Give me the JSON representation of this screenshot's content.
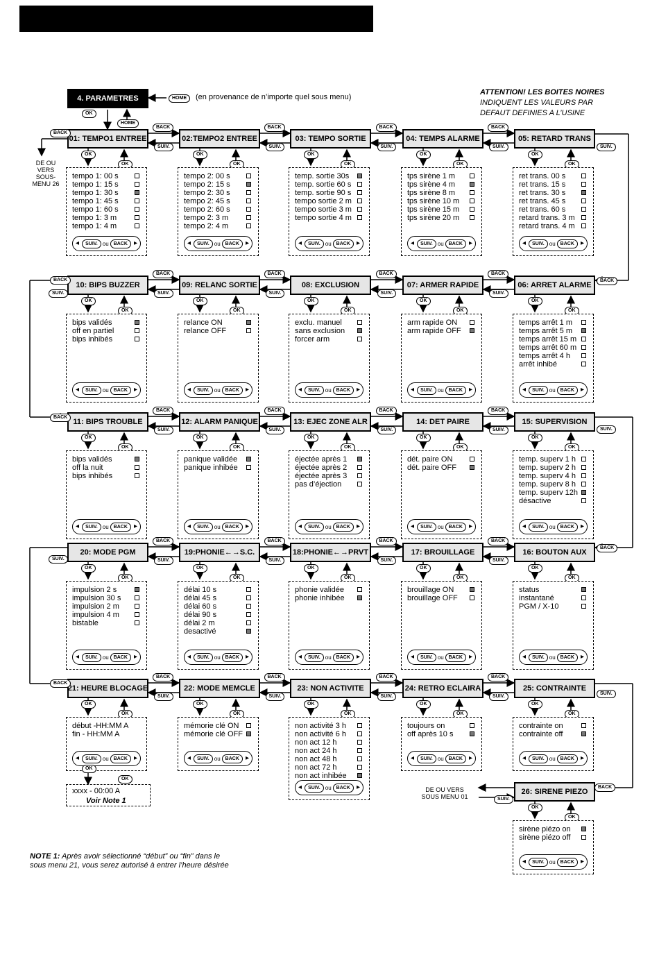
{
  "header": {
    "root_label": "4. PARAMETRES",
    "home_key": "HOME",
    "home_text": "(en provenance de n’importe quel sous menu)",
    "attention": [
      "ATTENTION! LES BOITES NOIRES",
      "INDIQUENT LES VALEURS PAR",
      "DEFAUT DEFINIES A L’USINE"
    ],
    "left_note": [
      "DE OU",
      "VERS",
      "SOUS-",
      "MENU 26"
    ],
    "bottom_note": [
      "DE OU VERS",
      "SOUS MENU 01"
    ]
  },
  "keys": {
    "ok": "OK",
    "back": "BACK",
    "suiv": "SUIV.",
    "home": "HOME",
    "ou": "ou"
  },
  "menus": [
    {
      "title": "01: TEMPO1 ENTREE",
      "options": [
        [
          "tempo 1: 00 s",
          false
        ],
        [
          "tempo 1: 15 s",
          false
        ],
        [
          "tempo 1: 30 s",
          true
        ],
        [
          "tempo 1: 45 s",
          false
        ],
        [
          "tempo 1: 60 s",
          false
        ],
        [
          "tempo 1: 3 m",
          false
        ],
        [
          "tempo 1: 4 m",
          false
        ]
      ]
    },
    {
      "title": "02:TEMPO2 ENTREE",
      "options": [
        [
          "tempo 2: 00 s",
          false
        ],
        [
          "tempo 2: 15 s",
          true
        ],
        [
          "tempo 2: 30 s",
          false
        ],
        [
          "tempo 2: 45 s",
          false
        ],
        [
          "tempo 2: 60 s",
          false
        ],
        [
          "tempo 2: 3 m",
          false
        ],
        [
          "tempo 2: 4 m",
          false
        ]
      ]
    },
    {
      "title": "03: TEMPO SORTIE",
      "options": [
        [
          "temp. sortie 30s",
          true
        ],
        [
          "temp. sortie 60 s",
          false
        ],
        [
          "temp. sortie 90 s",
          false
        ],
        [
          "tempo sortie 2 m",
          false
        ],
        [
          "tempo sortie 3 m",
          false
        ],
        [
          "tempo sortie 4 m",
          false
        ]
      ]
    },
    {
      "title": "04: TEMPS ALARME",
      "options": [
        [
          "tps sirène 1 m",
          false
        ],
        [
          "tps sirène 4 m",
          true
        ],
        [
          "tps sirène 8 m",
          false
        ],
        [
          "tps sirène 10 m",
          false
        ],
        [
          "tps sirène 15 m",
          false
        ],
        [
          "tps sirène 20 m",
          false
        ]
      ]
    },
    {
      "title": "05: RETARD TRANS",
      "options": [
        [
          "ret trans. 00 s",
          false
        ],
        [
          "ret trans. 15 s",
          false
        ],
        [
          "ret trans. 30 s",
          true
        ],
        [
          "ret trans. 45 s",
          false
        ],
        [
          "ret trans. 60 s",
          false
        ],
        [
          "retard trans. 3 m",
          false
        ],
        [
          "retard trans. 4 m",
          false
        ]
      ]
    },
    {
      "title": "10: BIPS BUZZER",
      "options": [
        [
          "bips validés",
          true
        ],
        [
          "off en partiel",
          false
        ],
        [
          "bips inhibés",
          false
        ]
      ]
    },
    {
      "title": "09: RELANC SORTIE",
      "options": [
        [
          "relance ON",
          true
        ],
        [
          "relance OFF",
          false
        ]
      ]
    },
    {
      "title": "08: EXCLUSION",
      "options": [
        [
          "exclu. manuel",
          false
        ],
        [
          "sans exclusion",
          true
        ],
        [
          "forcer arm",
          false
        ]
      ]
    },
    {
      "title": "07: ARMER RAPIDE",
      "options": [
        [
          "arm rapide ON",
          false
        ],
        [
          "arm rapide OFF",
          true
        ]
      ]
    },
    {
      "title": "06: ARRET ALARME",
      "options": [
        [
          "temps arrêt 1 m",
          false
        ],
        [
          "temps arrêt 5 m",
          true
        ],
        [
          "temps arrêt 15 m",
          false
        ],
        [
          "temps arrêt 60 m",
          false
        ],
        [
          "temps arrêt 4 h",
          false
        ],
        [
          "arrêt inhibé",
          false
        ]
      ]
    },
    {
      "title": "11: BIPS TROUBLE",
      "options": [
        [
          "bips validés",
          true
        ],
        [
          "off la nuit",
          false
        ],
        [
          "bips inhibés",
          false
        ]
      ]
    },
    {
      "title": "12: ALARM PANIQUE",
      "options": [
        [
          "panique validée",
          true
        ],
        [
          "panique inhibée",
          false
        ]
      ]
    },
    {
      "title": "13: EJEC ZONE ALR",
      "options": [
        [
          "éjectée après 1",
          true
        ],
        [
          "éjectée après 2",
          false
        ],
        [
          "éjectée après 3",
          false
        ],
        [
          "pas d’éjection",
          false
        ]
      ]
    },
    {
      "title": "14: DET PAIRE",
      "options": [
        [
          "dét. paire ON",
          false
        ],
        [
          "dét. paire OFF",
          true
        ]
      ]
    },
    {
      "title": "15: SUPERVISION",
      "options": [
        [
          "temp. superv 1 h",
          false
        ],
        [
          "temp. superv 2 h",
          false
        ],
        [
          "temp. superv 4 h",
          false
        ],
        [
          "temp. superv 8 h",
          false
        ],
        [
          "temp. superv 12h",
          true
        ],
        [
          "désactive",
          false
        ]
      ]
    },
    {
      "title": "20: MODE PGM",
      "options": [
        [
          "impulsion 2 s",
          true
        ],
        [
          "impulsion 30 s",
          false
        ],
        [
          "impulsion 2 m",
          false
        ],
        [
          "impulsion 4 m",
          false
        ],
        [
          "bistable",
          false
        ]
      ]
    },
    {
      "title": "19:PHONIE←→S.C.",
      "options": [
        [
          "délai 10 s",
          false
        ],
        [
          "délai 45 s",
          false
        ],
        [
          "délai 60 s",
          false
        ],
        [
          "délai 90 s",
          false
        ],
        [
          "délai 2 m",
          false
        ],
        [
          "desactivé",
          true
        ]
      ]
    },
    {
      "title": "18:PHONIE←→PRVT",
      "options": [
        [
          "phonie validée",
          false
        ],
        [
          "phonie inhibée",
          true
        ]
      ]
    },
    {
      "title": "17: BROUILLAGE",
      "options": [
        [
          "brouillage ON",
          true
        ],
        [
          "brouillage OFF",
          false
        ]
      ]
    },
    {
      "title": "16: BOUTON AUX",
      "options": [
        [
          "status",
          true
        ],
        [
          "instantané",
          false
        ],
        [
          "PGM / X-10",
          false
        ]
      ]
    },
    {
      "title": "21: HEURE BLOCAGE",
      "options": [
        [
          "début -HH:MM A",
          null
        ],
        [
          "fin -  HH:MM A",
          null
        ]
      ]
    },
    {
      "title": "22: MODE MEMCLE",
      "options": [
        [
          "mémorie clé ON",
          false
        ],
        [
          "mémorie clé OFF",
          true
        ]
      ]
    },
    {
      "title": "23: NON ACTIVITE",
      "options": [
        [
          "non activité  3 h",
          false
        ],
        [
          "non activité  6 h",
          false
        ],
        [
          "non act  12 h",
          false
        ],
        [
          "non act  24 h",
          false
        ],
        [
          "non act  48 h",
          false
        ],
        [
          "non act  72 h",
          false
        ],
        [
          "non act inhibée",
          true
        ]
      ]
    },
    {
      "title": "24: RETRO ECLAIRA",
      "options": [
        [
          "toujours on",
          false
        ],
        [
          "off après 10 s",
          true
        ]
      ]
    },
    {
      "title": "25: CONTRAINTE",
      "options": [
        [
          "contrainte on",
          false
        ],
        [
          "contrainte off",
          true
        ]
      ]
    },
    {
      "title": "26: SIRENE PIEZO",
      "options": [
        [
          "sirène piézo on",
          true
        ],
        [
          "sirène piézo off",
          false
        ]
      ]
    }
  ],
  "time_entry": {
    "value": "xxxx  -        00:00 A",
    "note_ref": "Voir Note 1"
  },
  "note": {
    "label": "NOTE 1:",
    "line1": " Après avoir sélectionné “début” ou “fin” dans le",
    "line2": "sous menu 21, vous serez autorisé à entrer l’heure désirée"
  }
}
